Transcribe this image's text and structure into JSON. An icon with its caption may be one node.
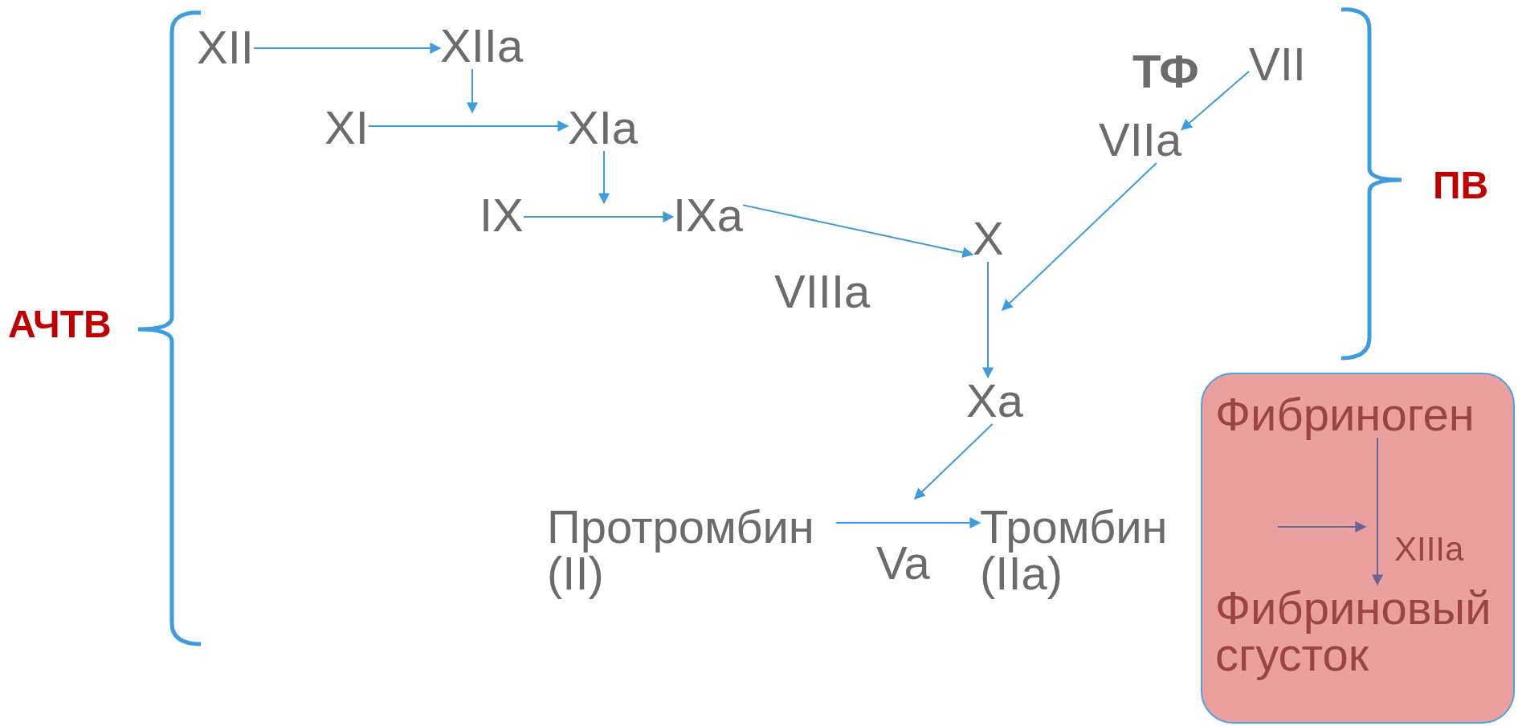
{
  "diagram": {
    "nodes": [
      {
        "text": [
          "XII"
        ]
      },
      {
        "text": [
          "XIIa"
        ]
      },
      {
        "text": [
          "ТФ"
        ]
      },
      {
        "text": [
          "VII"
        ]
      },
      {
        "text": [
          "XI"
        ]
      },
      {
        "text": [
          "XIa"
        ]
      },
      {
        "text": [
          "VIIa"
        ]
      },
      {
        "text": [
          "IX"
        ]
      },
      {
        "text": [
          "IXa"
        ]
      },
      {
        "text": [
          "X"
        ]
      },
      {
        "text": [
          "Xa"
        ]
      },
      {
        "text": [],
        "shape": "box"
      },
      {
        "text": [
          "Фибриноген"
        ],
        "in": 11
      },
      {
        "text": [
          "Протромбин (II)"
        ]
      },
      {
        "text": [
          "Тромбин (IIa)"
        ]
      },
      {
        "text": [
          "Фибриновый сгусток"
        ],
        "in": 11
      }
    ],
    "edges": [
      {
        "from": 0,
        "to": 1,
        "arrow": "to"
      },
      {
        "from": 1,
        "to": null,
        "arrow": "to"
      },
      {
        "from": 4,
        "to": 5,
        "arrow": "to"
      },
      {
        "from": 5,
        "to": null,
        "arrow": "to"
      },
      {
        "from": 7,
        "to": 8,
        "arrow": "to"
      },
      {
        "from": 8,
        "to": 9,
        "arrow": "to"
      },
      {
        "from": 6,
        "to": null,
        "arrow": "to"
      },
      {
        "from": 3,
        "to": 6,
        "arrow": "to"
      },
      {
        "from": 9,
        "to": 10,
        "arrow": "to"
      },
      {
        "from": 10,
        "to": null,
        "arrow": "to"
      },
      {
        "from": 13,
        "to": 14,
        "arrow": "to"
      },
      {
        "from": 12,
        "to": 15,
        "arrow": "to",
        "color": "#6a6494"
      }
    ],
    "labels": [
      "ПВ",
      "VIIIa",
      "АЧТВ",
      "XIIIa",
      "Va"
    ]
  }
}
